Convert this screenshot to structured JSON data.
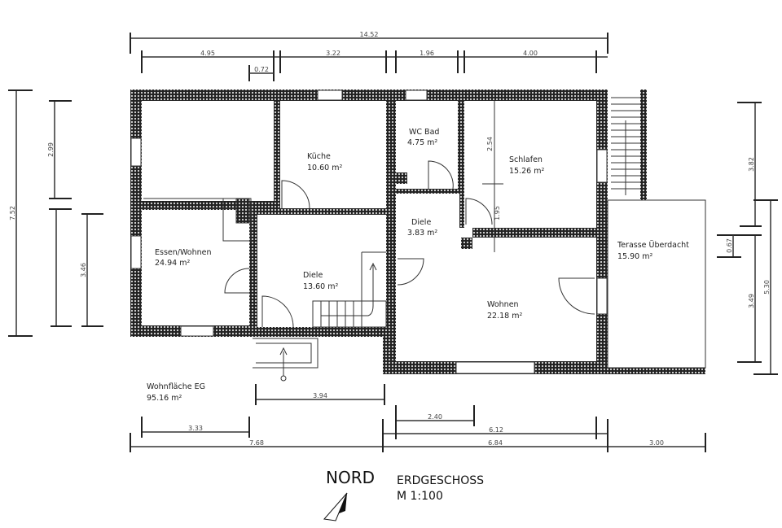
{
  "plan": {
    "title": "ERDGESCHOSS",
    "scale": "M 1:100",
    "north": "NORD",
    "total_area_label": "Wohnfläche EG",
    "total_area": "95.16 m²"
  },
  "rooms": [
    {
      "name": "Küche",
      "area": "10.60 m²"
    },
    {
      "name": "WC Bad",
      "area": "4.75 m²"
    },
    {
      "name": "Schlafen",
      "area": "15.26 m²"
    },
    {
      "name": "Essen/Wohnen",
      "area": "24.94 m²"
    },
    {
      "name": "Diele",
      "area": "13.60 m²"
    },
    {
      "name": "Diele",
      "area": "3.83 m²"
    },
    {
      "name": "Wohnen",
      "area": "22.18 m²"
    },
    {
      "name": "Terasse Überdacht",
      "area": "15.90 m²"
    }
  ],
  "dimensions": {
    "top_total": "14.52",
    "top": [
      "4.95",
      "3.22",
      "1.96",
      "4.00"
    ],
    "top_small": "0.72",
    "left_total": "7.52",
    "left": [
      "2.99",
      "3.46"
    ],
    "right": [
      "3.82",
      "0.67",
      "3.49",
      "5.30"
    ],
    "inner": [
      "2.54",
      "1.95"
    ],
    "bottom_stairs": "3.94",
    "bottom_row1": [
      "3.33",
      "2.40",
      "6.12"
    ],
    "bottom_total": [
      "7.68",
      "6.84",
      "3.00"
    ]
  },
  "colors": {
    "wall": "#2a2a2a",
    "line": "#333333"
  }
}
